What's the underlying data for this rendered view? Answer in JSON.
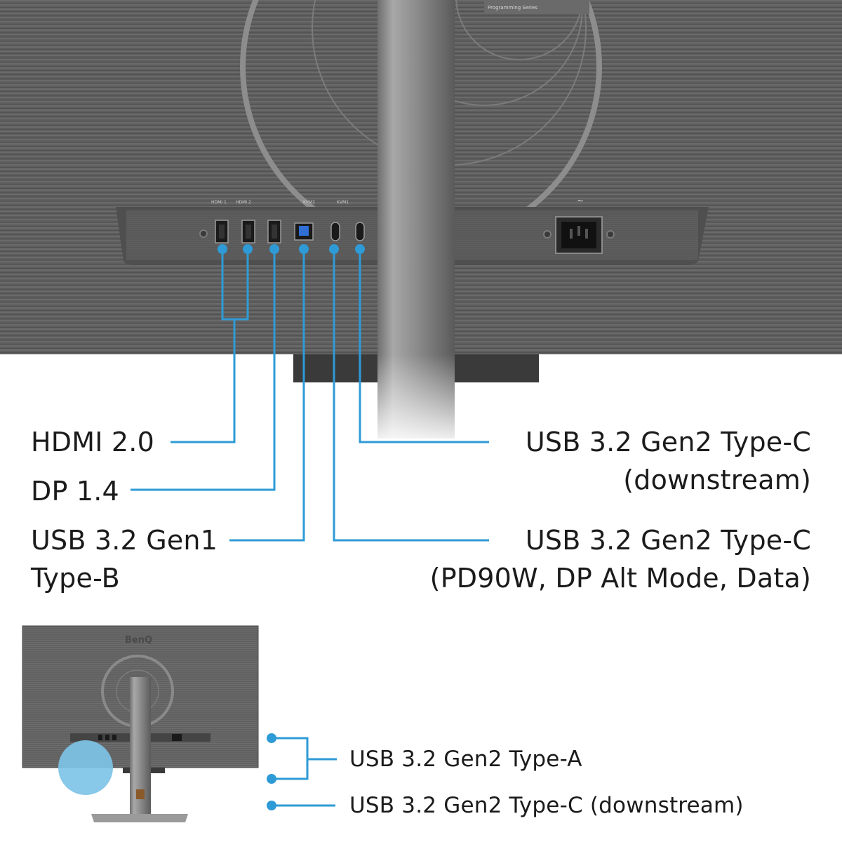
{
  "monitor_marks": {
    "series_text": "Programming Series",
    "port_marks": [
      "HDMI 1",
      "HDMI 2",
      "KVM2",
      "KVM1"
    ],
    "brand": "BenQ"
  },
  "labels": {
    "hdmi": "HDMI 2.0",
    "dp": "DP 1.4",
    "usb_b_line1": "USB 3.2 Gen1",
    "usb_b_line2": "Type-B",
    "usbc_down_line1": "USB 3.2 Gen2 Type-C",
    "usbc_down_line2": "(downstream)",
    "usbc_pd_line1": "USB 3.2 Gen2 Type-C",
    "usbc_pd_line2": "(PD90W, DP Alt Mode, Data)",
    "side_usb_a": "USB 3.2 Gen2 Type-A",
    "side_usb_c": "USB 3.2 Gen2 Type-C  (downstream)"
  },
  "colors": {
    "callout": "#2e9bd6",
    "highlight": "#7ec3e6",
    "housing": "#5e5e5e",
    "stand": "#8a8a8a",
    "text": "#1b1b1b"
  }
}
